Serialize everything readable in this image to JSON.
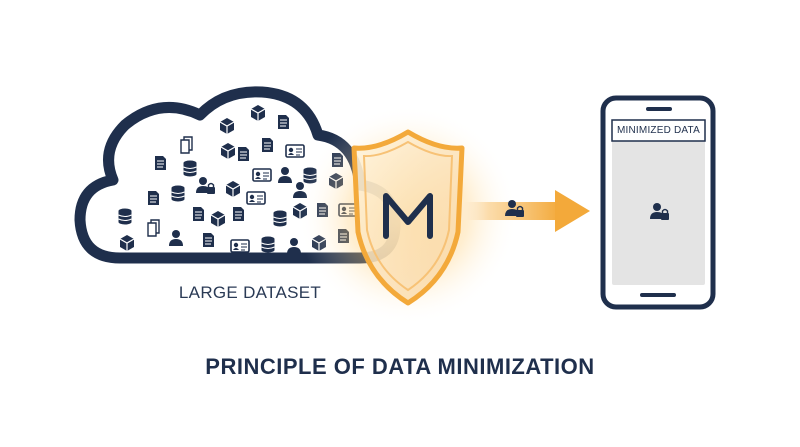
{
  "diagram": {
    "title": "PRINCIPLE OF DATA MINIMIZATION",
    "source_label": "LARGE DATASET",
    "target_label": "MINIMIZED DATA",
    "shield_icon": "m-shield-icon",
    "colors": {
      "navy": "#1f2f4c",
      "accent_orange": "#f3a93a",
      "screen_gray": "#e4e4e4"
    }
  }
}
